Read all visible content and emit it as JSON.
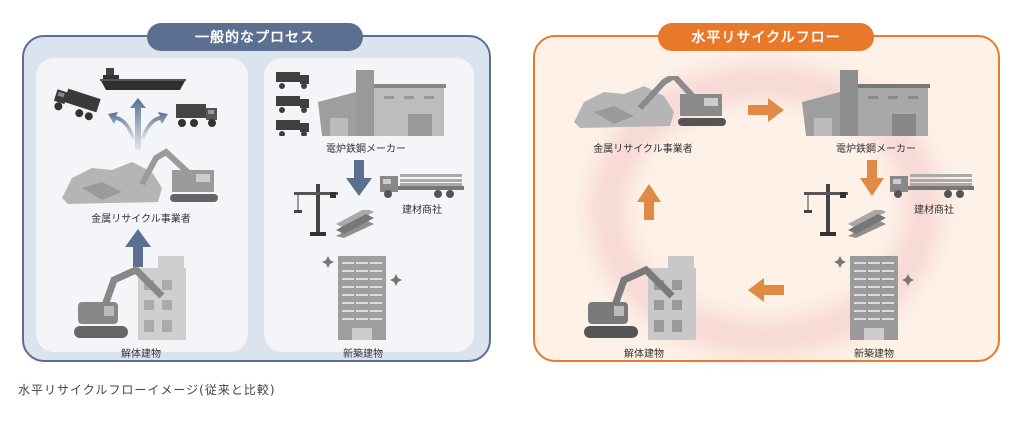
{
  "colors": {
    "general_accent": "#5b7090",
    "general_panel_bg": "#dbe3ee",
    "horizontal_accent": "#e8782a",
    "horizontal_panel_bg": "#fdf1e8",
    "arrow_blue": "#5b7090",
    "arrow_orange": "#e08a45",
    "illustration_gray": "#8a8a8a"
  },
  "general_process": {
    "title": "一般的なプロセス",
    "nodes": {
      "metal_recycler": "金属リサイクル事業者",
      "demolition": "解体建物",
      "eaf_steel_maker": "電炉鉄鋼メーカー",
      "building_material_trader": "建材商社",
      "new_building": "新築建物"
    },
    "icons": [
      "cargo-ship-icon",
      "dump-truck-icon",
      "excavator-icon",
      "factory-icon",
      "flatbed-truck-icon",
      "tower-crane-icon",
      "steel-beams-icon",
      "high-rise-building-icon",
      "demolished-building-icon"
    ]
  },
  "horizontal_recycle_flow": {
    "title": "水平リサイクルフロー",
    "nodes": {
      "metal_recycler": "金属リサイクル事業者",
      "eaf_steel_maker": "電炉鉄鋼メーカー",
      "building_material_trader": "建材商社",
      "new_building": "新築建物",
      "demolition": "解体建物"
    }
  },
  "caption": "水平リサイクルフローイメージ(従来と比較)"
}
